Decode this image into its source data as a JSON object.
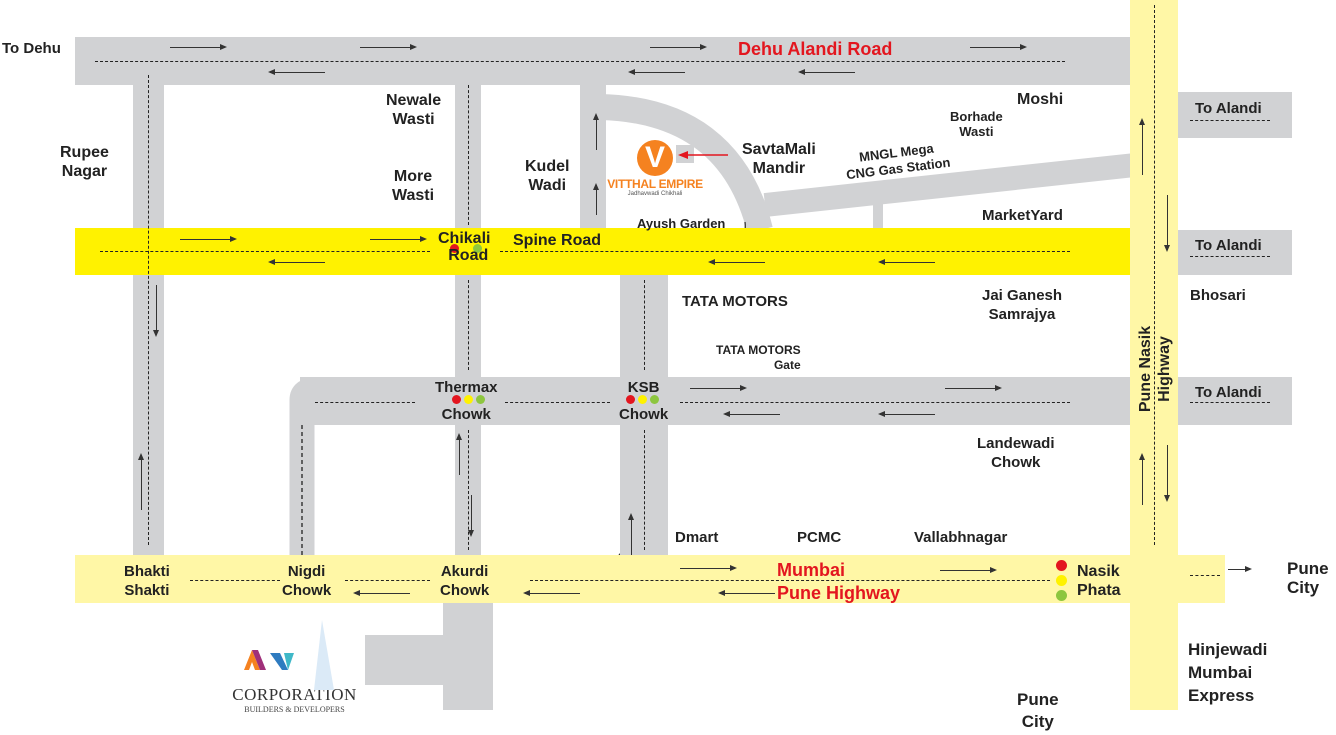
{
  "roads": {
    "dehu_alandi": "Dehu Alandi Road",
    "spine": "Spine Road",
    "mumbai_pune_1": "Mumbai",
    "mumbai_pune_2": "Pune Highway",
    "pune_nasik_1": "Pune Nasik",
    "pune_nasik_2": "Highway"
  },
  "labels": {
    "to_dehu": "To Dehu",
    "rupee_nagar_1": "Rupee",
    "rupee_nagar_2": "Nagar",
    "newale_1": "Newale",
    "newale_2": "Wasti",
    "more_1": "More",
    "more_2": "Wasti",
    "kudel_1": "Kudel",
    "kudel_2": "Wadi",
    "savtamali_1": "SavtaMali",
    "savtamali_2": "Mandir",
    "mngl_1": "MNGL Mega",
    "mngl_2": "CNG Gas Station",
    "borhade_1": "Borhade",
    "borhade_2": "Wasti",
    "moshi": "Moshi",
    "ayush": "Ayush Garden",
    "marketyard": "MarketYard",
    "chikali_1": "Chikali",
    "chikali_2": "Road",
    "tata": "TATA MOTORS",
    "tata_gate_1": "TATA MOTORS",
    "tata_gate_2": "Gate",
    "jai_1": "Jai Ganesh",
    "jai_2": "Samrajya",
    "bhosari": "Bhosari",
    "thermax_1": "Thermax",
    "thermax_2": "Chowk",
    "ksb_1": "KSB",
    "ksb_2": "Chowk",
    "landewadi_1": "Landewadi",
    "landewadi_2": "Chowk",
    "dmart": "Dmart",
    "pcmc": "PCMC",
    "vallabh": "Vallabhnagar",
    "bhakti_1": "Bhakti",
    "bhakti_2": "Shakti",
    "nigdi_1": "Nigdi",
    "nigdi_2": "Chowk",
    "akurdi_1": "Akurdi",
    "akurdi_2": "Chowk",
    "nasik_1": "Nasik",
    "nasik_2": "Phata",
    "pune_city_r1": "Pune",
    "pune_city_r2": "City",
    "pune_city_b1": "Pune",
    "pune_city_b2": "City",
    "hinj_1": "Hinjewadi",
    "hinj_2": "Mumbai",
    "hinj_3": "Express",
    "to_alandi": "To Alandi"
  },
  "project": {
    "name": "VITTHAL EMPIRE",
    "sub": "Jadhavwadi Chikhali",
    "color": "#f58220"
  },
  "developer": {
    "name": "CORPORATION",
    "tagline": "BUILDERS & DEVELOPERS",
    "mark": "AV"
  },
  "colors": {
    "road": "#d1d2d4",
    "spine": "#fff200",
    "highway": "#fff7a6",
    "highlight": "#e3161f",
    "signal_red": "#e3161f",
    "signal_yellow": "#fff200",
    "signal_green": "#8dc63f"
  }
}
